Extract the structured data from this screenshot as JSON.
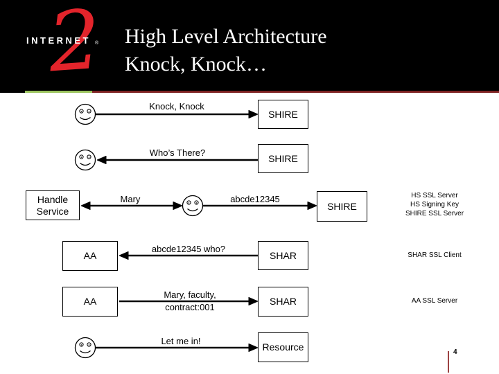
{
  "slide": {
    "logo": {
      "brand": "INTERNET",
      "numeral": "2",
      "registered": "®"
    },
    "title": {
      "line1": "High Level Architecture",
      "line2": "Knock, Knock…"
    },
    "page_number": "4"
  },
  "colors": {
    "header_bg": "#000000",
    "title_text": "#ffffff",
    "logo_red": "#e3242b",
    "rule_green": "#9cc45f",
    "rule_maroon": "#7e2222",
    "footer_rule": "#9c4242",
    "diagram_ink": "#000000"
  },
  "icons": {
    "actor": "smiley-face"
  },
  "diagram": {
    "row1": {
      "label": "Knock, Knock",
      "box": "SHIRE"
    },
    "row2": {
      "label": "Who’s There?",
      "box": "SHIRE"
    },
    "row3": {
      "left_box": "Handle Service",
      "label_left": "Mary",
      "label_right": "abcde12345",
      "box": "SHIRE",
      "note_line1": "HS SSL Server",
      "note_line2": "HS Signing Key",
      "note_line3": "SHIRE SSL Server"
    },
    "row4": {
      "left_box": "AA",
      "label": "abcde12345 who?",
      "box": "SHAR",
      "note": "SHAR SSL Client"
    },
    "row5": {
      "left_box": "AA",
      "label_line1": "Mary, faculty,",
      "label_line2": "contract:001",
      "box": "SHAR",
      "note": "AA SSL Server"
    },
    "row6": {
      "label": "Let me in!",
      "box": "Resource"
    }
  }
}
